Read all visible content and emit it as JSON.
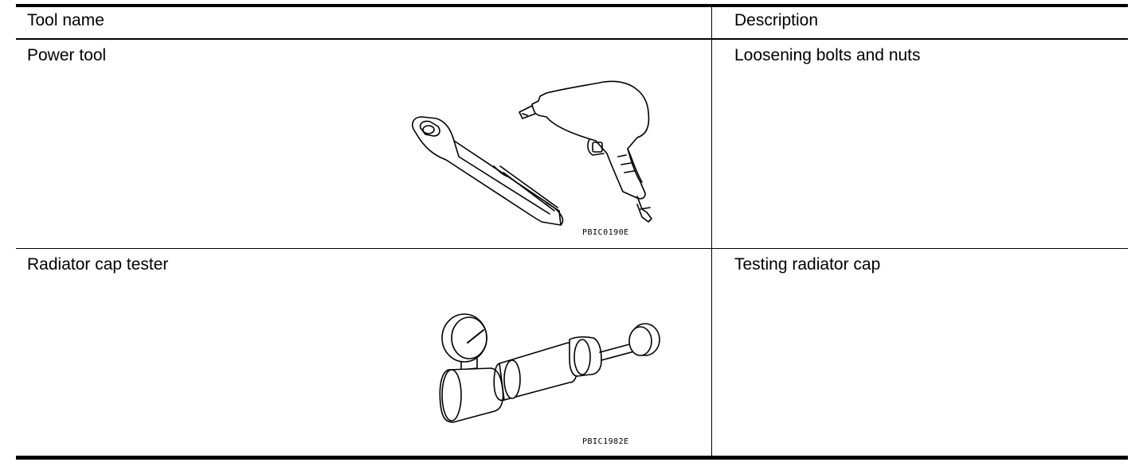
{
  "table": {
    "headers": {
      "tool_name": "Tool name",
      "description": "Description"
    },
    "rows": [
      {
        "tool_name": "Power tool",
        "description": "Loosening bolts and nuts",
        "figure_code": "PBIC0190E",
        "figure_icon": "power-tool-illustration"
      },
      {
        "tool_name": "Radiator cap tester",
        "description": "Testing radiator cap",
        "figure_code": "PBIC1982E",
        "figure_icon": "radiator-cap-tester-illustration"
      }
    ]
  }
}
